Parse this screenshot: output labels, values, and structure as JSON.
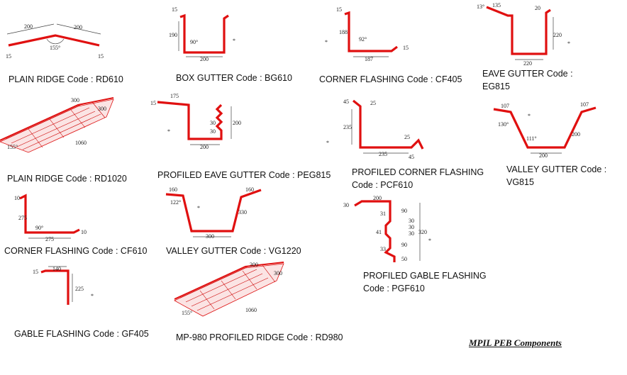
{
  "components": [
    {
      "id": "rd610",
      "caption": "PLAIN RIDGE Code : RD610",
      "dims": [
        "200",
        "200",
        "155°",
        "15",
        "15"
      ]
    },
    {
      "id": "bg610",
      "caption": "BOX GUTTER Code : BG610",
      "dims": [
        "15",
        "190",
        "90°",
        "200",
        "*"
      ]
    },
    {
      "id": "cf405",
      "caption": "CORNER FLASHING Code : CF405",
      "dims": [
        "15",
        "188",
        "92°",
        "187",
        "15",
        "*"
      ]
    },
    {
      "id": "eg815",
      "caption": "EAVE GUTTER Code : EG815",
      "dims": [
        "13°",
        "135",
        "20",
        "220",
        "220",
        "*"
      ]
    },
    {
      "id": "rd1020",
      "caption": "PLAIN RIDGE Code : RD1020",
      "dims": [
        "300",
        "300",
        "1060",
        "155°"
      ]
    },
    {
      "id": "peg815",
      "caption": "PROFILED EAVE GUTTER Code : PEG815",
      "dims": [
        "175",
        "15",
        "200",
        "30",
        "30",
        "200",
        "*"
      ]
    },
    {
      "id": "pcf610",
      "caption": "PROFILED CORNER FLASHING Code : PCF610",
      "dims": [
        "45",
        "25",
        "235",
        "235",
        "25",
        "45",
        "*"
      ]
    },
    {
      "id": "vg815",
      "caption": "VALLEY GUTTER Code : VG815",
      "dims": [
        "107",
        "107",
        "130°",
        "111°",
        "200",
        "200",
        "*"
      ]
    },
    {
      "id": "cf610",
      "caption": "CORNER FLASHING Code : CF610",
      "dims": [
        "275",
        "275",
        "90°",
        "10",
        "10"
      ]
    },
    {
      "id": "vg1220",
      "caption": "VALLEY GUTTER Code : VG1220",
      "dims": [
        "160",
        "160",
        "122°",
        "300",
        "330",
        "*"
      ]
    },
    {
      "id": "pgf610",
      "caption": "PROFILED GABLE FLASHING Code : PGF610",
      "dims": [
        "30",
        "200",
        "31",
        "90",
        "30",
        "30",
        "30",
        "41",
        "320",
        "33",
        "90",
        "50",
        "*"
      ]
    },
    {
      "id": "gf405",
      "caption": "GABLE FLASHING Code : GF405",
      "dims": [
        "15",
        "140",
        "225",
        "*"
      ]
    },
    {
      "id": "rd980",
      "caption": "MP-980 PROFILED RIDGE Code : RD980",
      "dims": [
        "300",
        "300",
        "1060",
        "155°"
      ]
    }
  ],
  "footer": "MPIL PEB Components"
}
